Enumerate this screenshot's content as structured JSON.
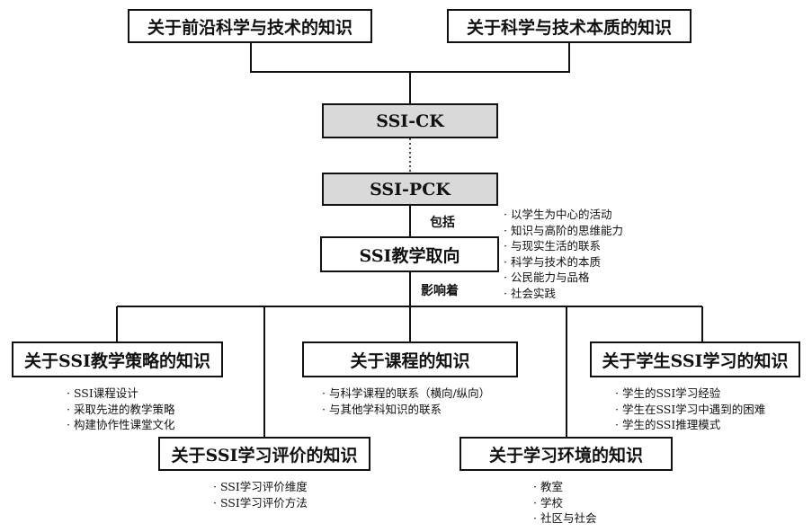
{
  "nodes": {
    "frontier": "关于前沿科学与技术的知识",
    "nature": "关于科学与技术本质的知识",
    "ssi_ck": "SSI-CK",
    "ssi_pck": "SSI-PCK",
    "orientation": "SSI教学取向",
    "strategy": "关于SSI教学策略的知识",
    "curriculum": "关于课程的知识",
    "learning": "关于学生SSI学习的知识",
    "assessment": "关于SSI学习评价的知识",
    "environment": "关于学习环境的知识"
  },
  "labels": {
    "includes": "包括",
    "influences": "影响着"
  },
  "lists": {
    "orientation": [
      "以学生为中心的活动",
      "知识与高阶的思维能力",
      "与现实生活的联系",
      "科学与技术的本质",
      "公民能力与品格",
      "社会实践"
    ],
    "strategy": [
      "SSI课程设计",
      "采取先进的教学策略",
      "构建协作性课堂文化"
    ],
    "curriculum": [
      "与科学课程的联系（横向/纵向）",
      "与其他学科知识的联系"
    ],
    "learning": [
      "学生的SSI学习经验",
      "学生在SSI学习中遇到的困难",
      "学生的SSI推理模式"
    ],
    "assessment": [
      "SSI学习评价维度",
      "SSI学习评价方法"
    ],
    "environment": [
      "教室",
      "学校",
      "社区与社会"
    ]
  }
}
